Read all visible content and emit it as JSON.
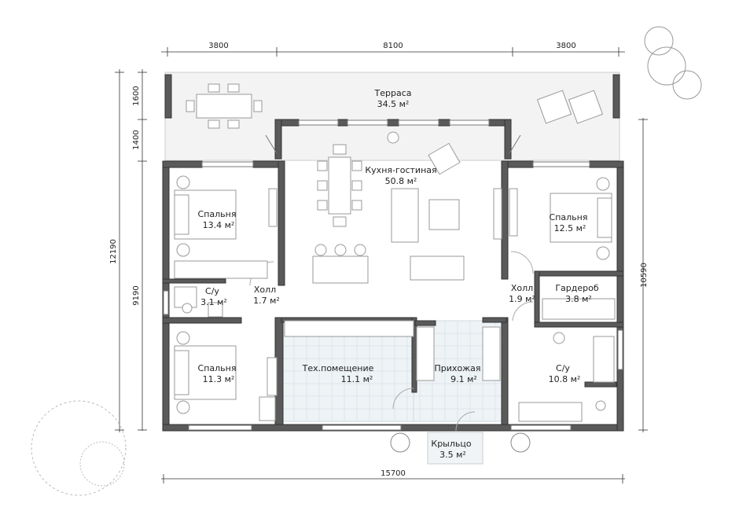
{
  "dimensions": {
    "top": [
      "3800",
      "8100",
      "3800"
    ],
    "bottom": "15700",
    "left": [
      "1600",
      "1400",
      "9190"
    ],
    "left_total": "12190",
    "right": "10590"
  },
  "rooms": [
    {
      "id": "terrace",
      "name": "Терраса",
      "area": "34.5 м²"
    },
    {
      "id": "kitchen",
      "name": "Кухня-гостиная",
      "area": "50.8 м²"
    },
    {
      "id": "bedroom-left-top",
      "name": "Спальня",
      "area": "13.4 м²"
    },
    {
      "id": "bedroom-right",
      "name": "Спальня",
      "area": "12.5 м²"
    },
    {
      "id": "wc-left",
      "name": "С/у",
      "area": "3.1 м²"
    },
    {
      "id": "hall-left",
      "name": "Холл",
      "area": "1.7 м²"
    },
    {
      "id": "hall-right",
      "name": "Холл",
      "area": "1.9 м²"
    },
    {
      "id": "wardrobe",
      "name": "Гардероб",
      "area": "3.8 м²"
    },
    {
      "id": "bedroom-left-bottom",
      "name": "Спальня",
      "area": "11.3 м²"
    },
    {
      "id": "tech",
      "name": "Тех.помещение",
      "area": "11.1 м²"
    },
    {
      "id": "entry",
      "name": "Прихожая",
      "area": "9.1 м²"
    },
    {
      "id": "bath-right",
      "name": "С/у",
      "area": "10.8 м²"
    },
    {
      "id": "porch",
      "name": "Крыльцо",
      "area": "3.5 м²"
    }
  ]
}
